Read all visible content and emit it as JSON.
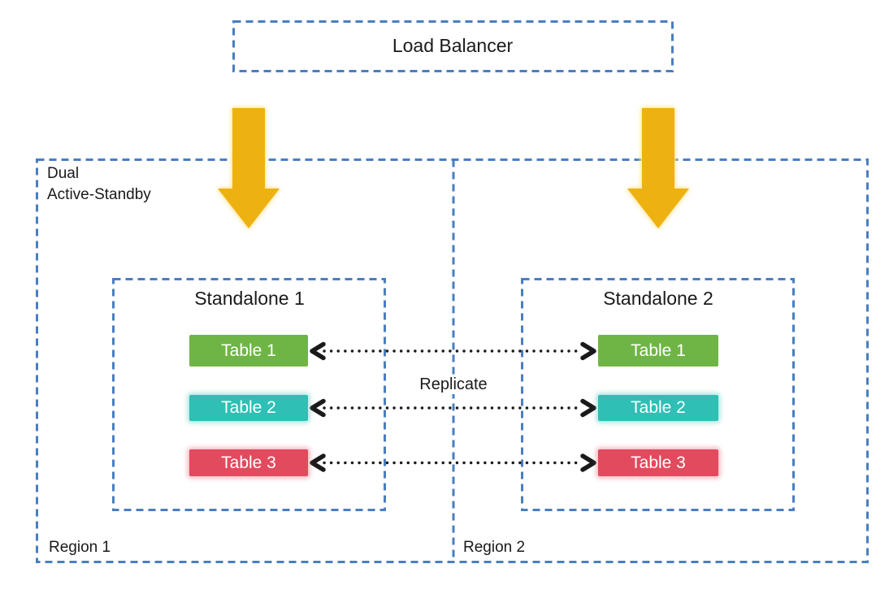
{
  "colors": {
    "border_blue": "#4a7ec0",
    "arrow_gold": "#edb111",
    "arrow_glow": "#ffe9a8",
    "line_black": "#1a1a1a"
  },
  "load_balancer": {
    "label": "Load Balancer"
  },
  "cluster": {
    "label": "Dual\nActive-Standby"
  },
  "replicate": {
    "label": "Replicate"
  },
  "regions": [
    {
      "label": "Region 1",
      "standalone": {
        "title": "Standalone 1",
        "tables": [
          {
            "label": "Table 1",
            "color": "#6fb545",
            "glow": false
          },
          {
            "label": "Table 2",
            "color": "#2fbfb4",
            "glow": true
          },
          {
            "label": "Table 3",
            "color": "#e24a5e",
            "glow": true
          }
        ]
      }
    },
    {
      "label": "Region 2",
      "standalone": {
        "title": "Standalone 2",
        "tables": [
          {
            "label": "Table 1",
            "color": "#6fb545",
            "glow": false
          },
          {
            "label": "Table 2",
            "color": "#2fbfb4",
            "glow": true
          },
          {
            "label": "Table 3",
            "color": "#e24a5e",
            "glow": true
          }
        ]
      }
    }
  ]
}
